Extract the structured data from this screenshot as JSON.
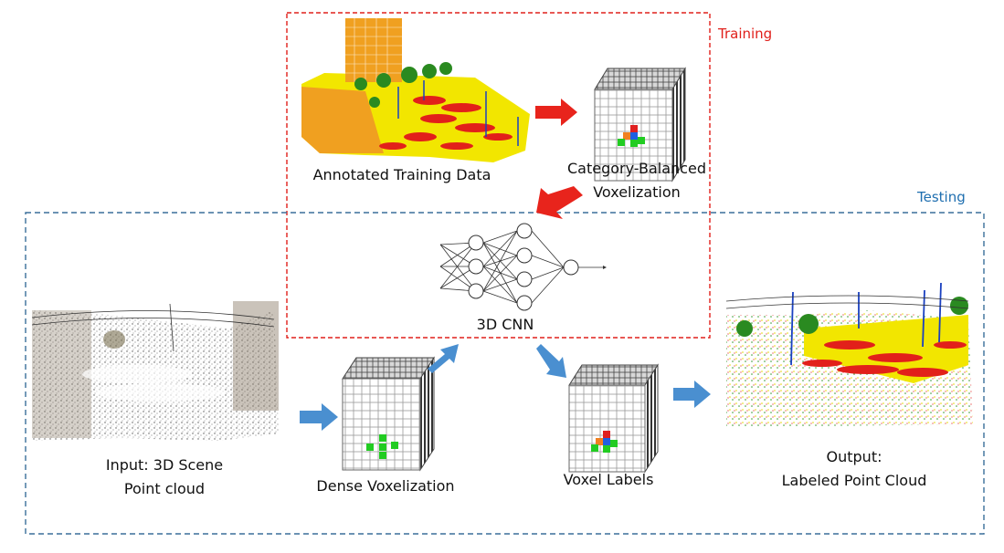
{
  "groups": {
    "training": {
      "title": "Training",
      "color": "#e0201b"
    },
    "testing": {
      "title": "Testing",
      "color": "#1f6fb0"
    }
  },
  "labels": {
    "annotated_training_data": "Annotated Training Data",
    "category_balanced_line1": "Category-Balanced",
    "category_balanced_line2": "Voxelization",
    "cnn": "3D CNN",
    "input_line1": "Input: 3D Scene",
    "input_line2": "Point cloud",
    "dense_voxelization": "Dense Voxelization",
    "voxel_labels": "Voxel Labels",
    "output_line1": "Output:",
    "output_line2": "Labeled Point Cloud"
  },
  "colors": {
    "arrow_training": "#e8241c",
    "arrow_testing": "#4a8fd0",
    "voxel_green": "#22cc22",
    "voxel_red": "#e02020",
    "voxel_blue": "#2060e0",
    "voxel_orange": "#f08020",
    "scene_yellow": "#f2e600",
    "scene_red": "#e2201a",
    "scene_orange": "#f0a020",
    "tree_green": "#2a8a20"
  }
}
